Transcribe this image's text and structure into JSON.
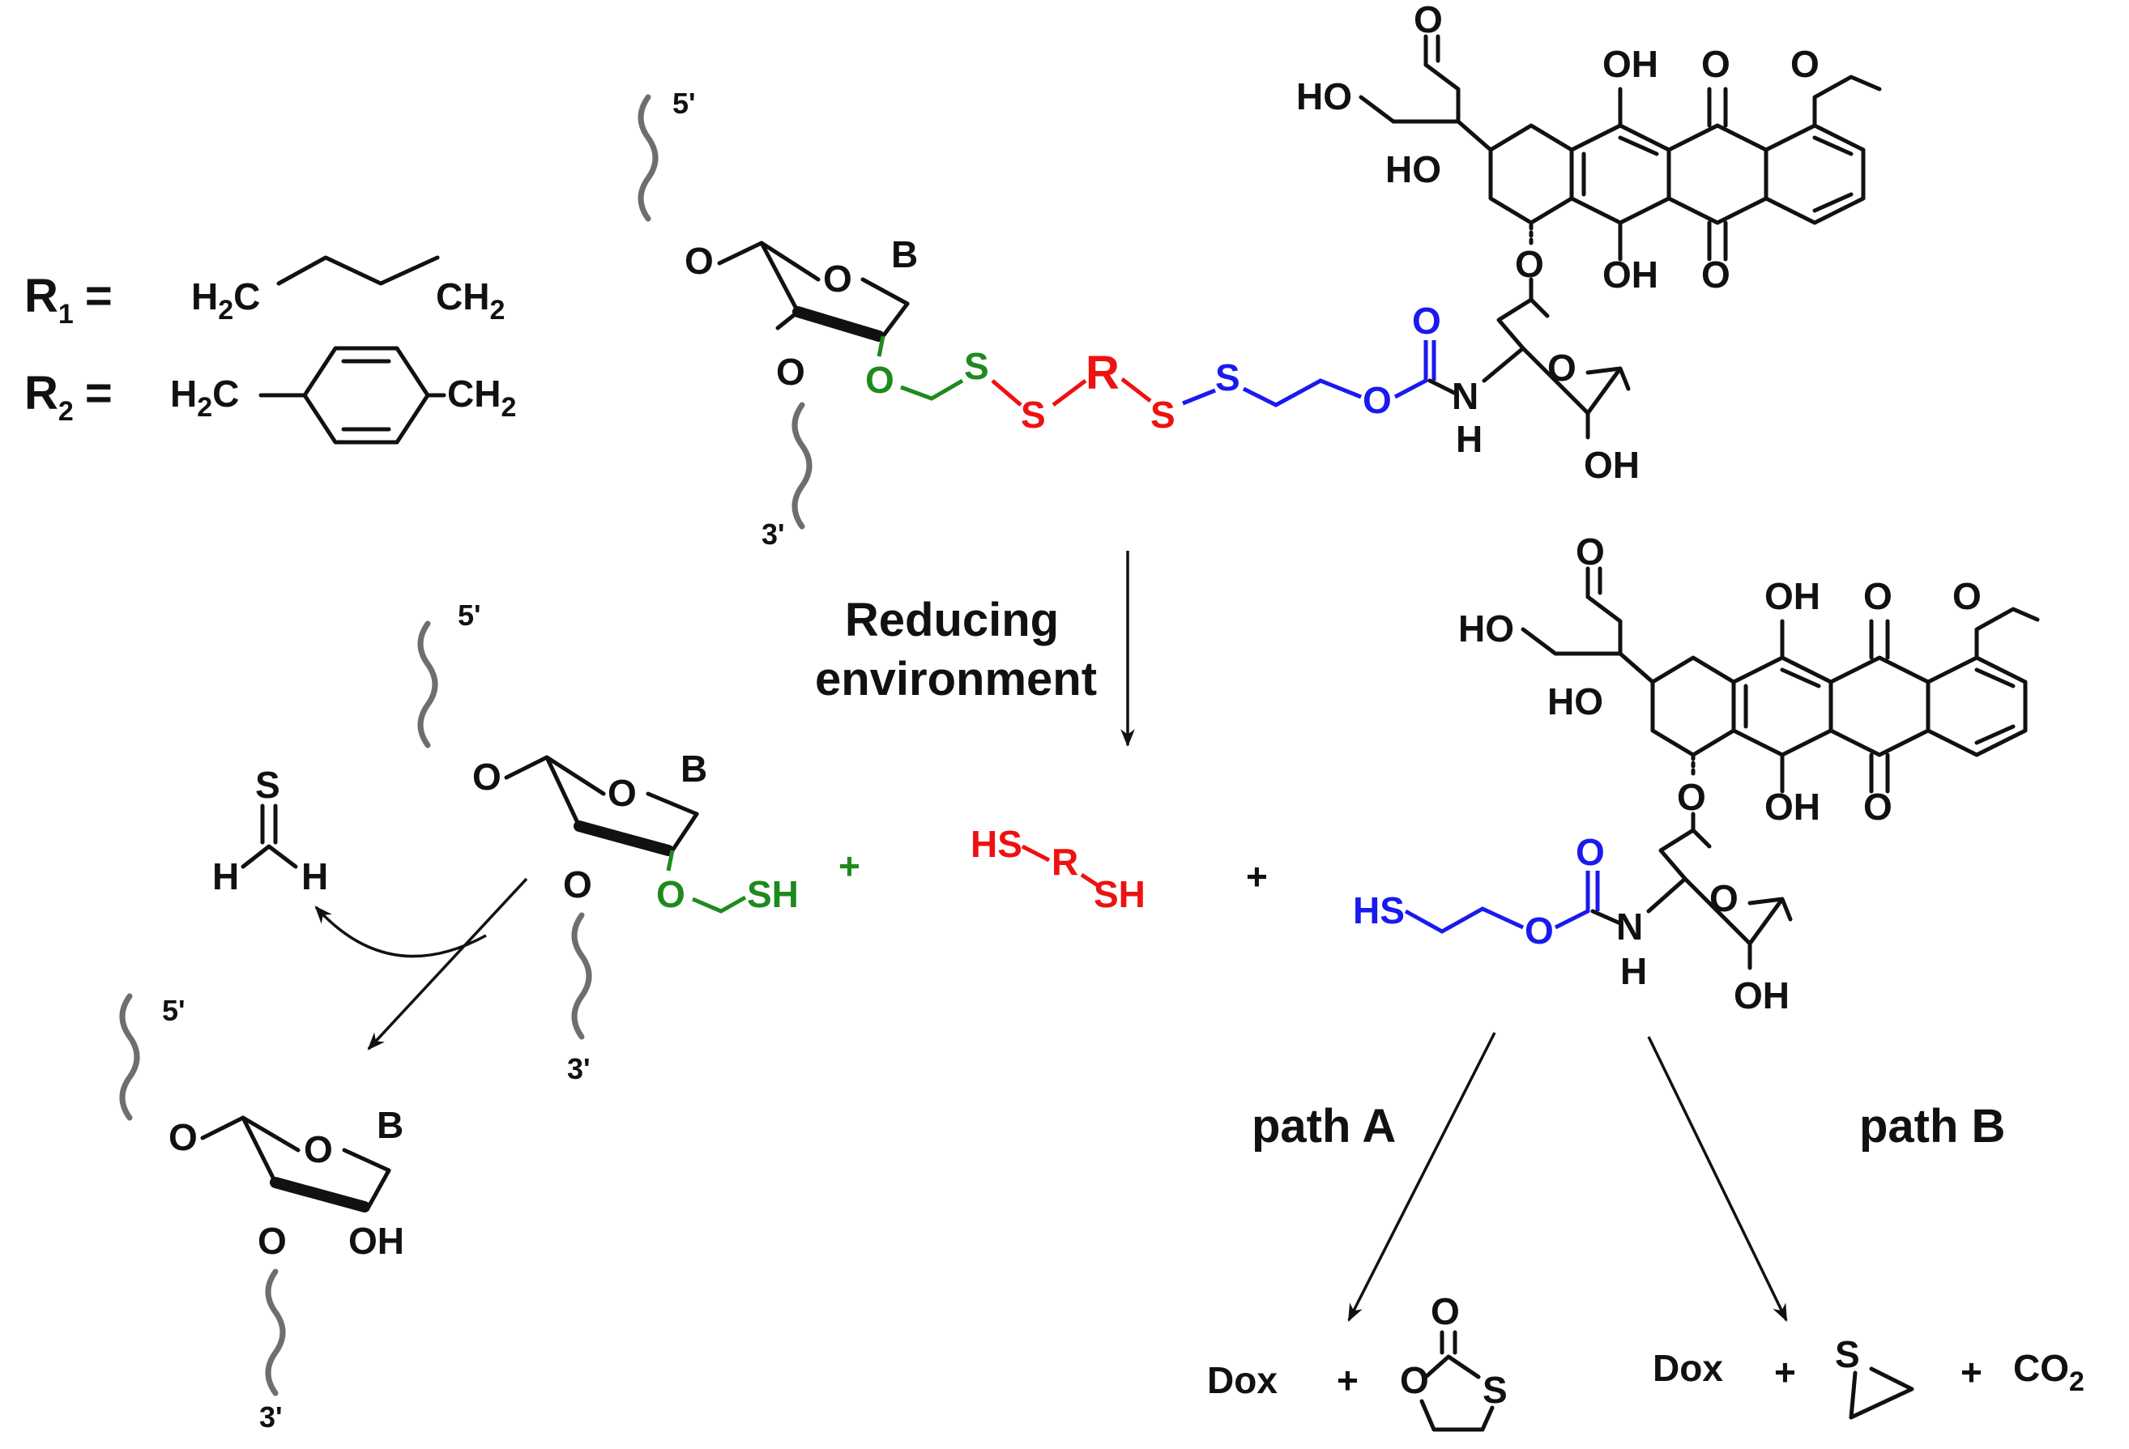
{
  "colors": {
    "black": "#111111",
    "green": "#1e8a1e",
    "red": "#ee1111",
    "blue": "#1a1aee",
    "strand_gray": "#6e6e6e"
  },
  "definitions": {
    "r1": {
      "label": "R",
      "sub": "1",
      "eq": "=",
      "left": "H",
      "left_sub": "2",
      "left_c": "C",
      "right": "CH",
      "right_sub": "2"
    },
    "r2": {
      "label": "R",
      "sub": "2",
      "eq": "=",
      "left": "H",
      "left_sub": "2",
      "left_c": "C",
      "right": "CH",
      "right_sub": "2"
    }
  },
  "strand_labels": {
    "five_prime": "5'",
    "three_prime": "3'"
  },
  "atoms": {
    "O": "O",
    "B": "B",
    "S": "S",
    "R": "R",
    "H": "H",
    "N": "N",
    "OH": "OH",
    "HO": "HO",
    "SH": "SH",
    "HS": "HS"
  },
  "condition": {
    "line1": "Reducing",
    "line2": "environment"
  },
  "plus": "+",
  "paths": {
    "a": "path A",
    "b": "path B"
  },
  "products": {
    "dox": "Dox",
    "co2": "CO",
    "co2_sub": "2"
  }
}
